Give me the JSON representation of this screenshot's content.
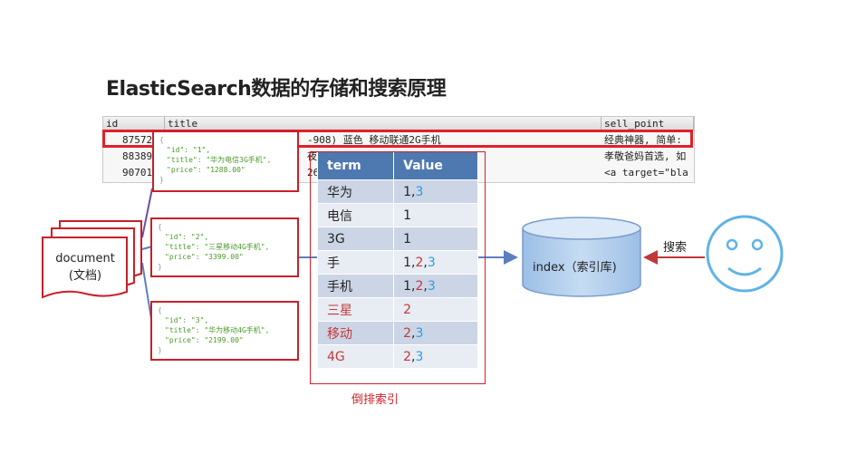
{
  "title": "ElasticSearch数据的存储和搜索原理",
  "db_table": {
    "headers": [
      "id",
      "title",
      "sell_point"
    ],
    "rows": [
      {
        "id": "87572",
        "title": "-908) 蓝色 移动联通2G手机",
        "sell_point": "经典神器, 简单:"
      },
      {
        "id": "88389",
        "title": "夜",
        "sell_point": "孝敬爸妈首选, 如"
      },
      {
        "id": "90701",
        "title": "26 机 (黑色)",
        "sell_point": "<a  target=\"bla"
      }
    ]
  },
  "json_docs": [
    {
      "open": "{",
      "id_line": "\"id\": \"1\",",
      "title_line": "\"title\": \"华为电信3G手机\",",
      "price_line": "\"price\": \"1288.00\"",
      "close": "}"
    },
    {
      "open": "{",
      "id_line": "\"id\": \"2\",",
      "title_line": "\"title\": \"三星移动4G手机\",",
      "price_line": "\"price\": \"3399.00\"",
      "close": "}"
    },
    {
      "open": "{",
      "id_line": "\"id\": \"3\",",
      "title_line": "\"title\": \"华为移动4G手机\",",
      "price_line": "\"price\": \"2199.00\"",
      "close": "}"
    }
  ],
  "document": {
    "line1": "document",
    "line2": "(文档)"
  },
  "inverted_index": {
    "headers": [
      "term",
      "Value"
    ],
    "rows": [
      {
        "term": "华为",
        "term_color": "black",
        "values": [
          {
            "t": "1",
            "c": "black"
          },
          {
            "t": ",",
            "c": "black"
          },
          {
            "t": "3",
            "c": "blue"
          }
        ]
      },
      {
        "term": "电信",
        "term_color": "black",
        "values": [
          {
            "t": "1",
            "c": "black"
          }
        ]
      },
      {
        "term": "3G",
        "term_color": "black",
        "values": [
          {
            "t": "1",
            "c": "black"
          }
        ]
      },
      {
        "term": "手",
        "term_color": "black",
        "values": [
          {
            "t": "1",
            "c": "black"
          },
          {
            "t": ",",
            "c": "black"
          },
          {
            "t": "2",
            "c": "red"
          },
          {
            "t": ",",
            "c": "black"
          },
          {
            "t": "3",
            "c": "blue"
          }
        ]
      },
      {
        "term": "手机",
        "term_color": "black",
        "values": [
          {
            "t": "1",
            "c": "black"
          },
          {
            "t": ",",
            "c": "black"
          },
          {
            "t": "2",
            "c": "red"
          },
          {
            "t": ",",
            "c": "black"
          },
          {
            "t": "3",
            "c": "blue"
          }
        ]
      },
      {
        "term": "三星",
        "term_color": "red",
        "values": [
          {
            "t": "2",
            "c": "red"
          }
        ]
      },
      {
        "term": "移动",
        "term_color": "red",
        "values": [
          {
            "t": "2",
            "c": "red"
          },
          {
            "t": ",",
            "c": "black"
          },
          {
            "t": "3",
            "c": "blue"
          }
        ]
      },
      {
        "term": "4G",
        "term_color": "red",
        "values": [
          {
            "t": "2",
            "c": "red"
          },
          {
            "t": ",",
            "c": "black"
          },
          {
            "t": "3",
            "c": "blue"
          }
        ]
      }
    ],
    "caption": "倒排索引"
  },
  "index_label": "index（索引库)",
  "search_label": "搜索",
  "colors": {
    "accent_red": "#d0202a",
    "header_blue": "#4e79b0",
    "cylinder_blue": "#a9c8ea",
    "smiley_blue": "#5fb3e6",
    "arrow_blue": "#5a7fc0",
    "arrow_red": "#c0393a"
  }
}
